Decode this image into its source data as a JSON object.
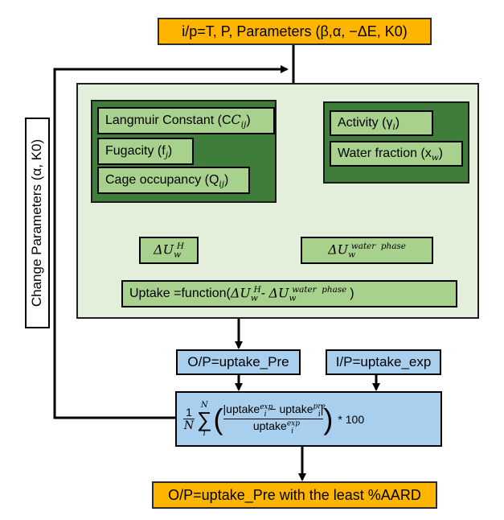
{
  "input": {
    "label": "i/p=T, P, Parameters (β,α, −ΔE, K0)"
  },
  "change_params": {
    "label": "Change Parameters (α, K0)"
  },
  "left_group": {
    "langmuir": "Langmuir Constant (C",
    "langmuir_sub": "ij",
    "fugacity": "Fugacity (f",
    "fugacity_sub": "j",
    "cage": "Cage occupancy (Q",
    "cage_sub": "ij"
  },
  "right_group": {
    "activity": "Activity (γ",
    "activity_sub": "i",
    "water": "Water fraction (x",
    "water_sub": "w"
  },
  "delta_hydrate": {
    "base": "ΔU",
    "sub": "w",
    "sup": "H"
  },
  "delta_water": {
    "base": "ΔU",
    "sub": "w",
    "sup": "water  phase"
  },
  "uptake_function": {
    "prefix": "Uptake =function(",
    "minus": "- ",
    "suffix": ")"
  },
  "output_pre": {
    "label": "O/P=uptake_Pre"
  },
  "input_exp": {
    "label": "I/P=uptake_exp"
  },
  "formula": {
    "one": "1",
    "N": "N",
    "sum_top": "N",
    "sum_bottom": "i",
    "numerator": "|uptake",
    "exp": "exp",
    "pre": "pre",
    "minus": " − uptake",
    "denominator": "uptake",
    "idx": "i",
    "times": "* 100"
  },
  "final": {
    "label": "O/P=uptake_Pre with the least %AARD"
  },
  "colors": {
    "orange": "#ffb400",
    "blue": "#a9cfee",
    "panel": "#e3efdb",
    "dark_green": "#3f7d3a",
    "light_green": "#a9d18e"
  }
}
